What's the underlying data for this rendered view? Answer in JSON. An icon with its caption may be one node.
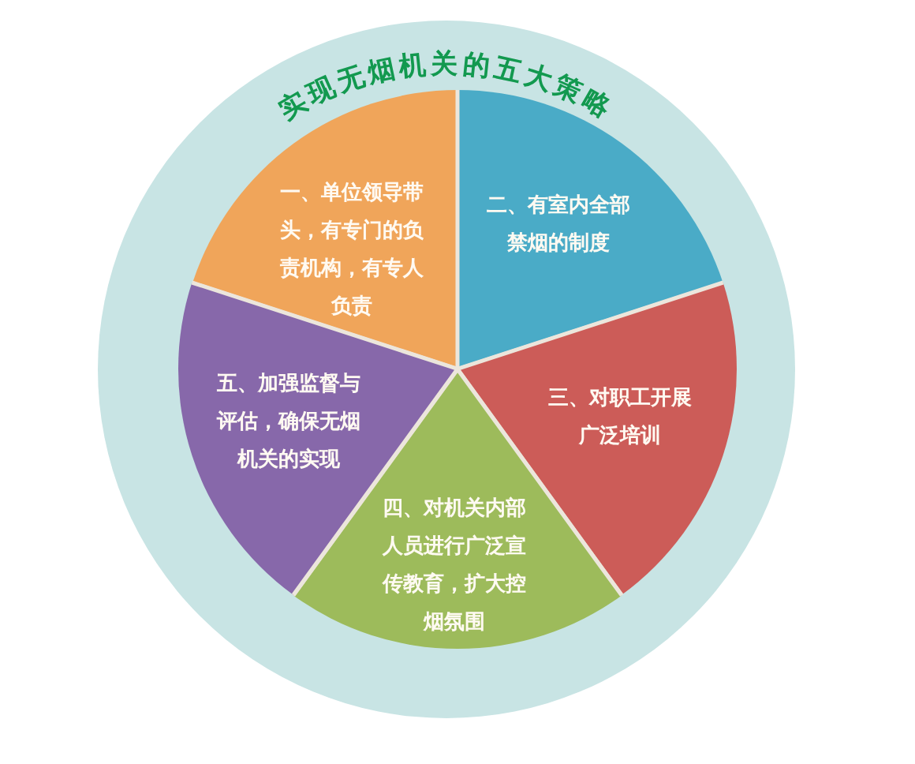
{
  "diagram": {
    "title": "实现无烟机关的五大策略",
    "nodes": [
      {
        "text": [
          "一、单位领导带头，有专门的负责机构，有专人负责"
        ]
      },
      {
        "text": [
          "二、有室内全部禁烟的制度"
        ]
      },
      {
        "text": [
          "三、对职工开展广泛培训"
        ]
      },
      {
        "text": [
          "四、对机关内部人员进行广泛宣传教育，扩大控烟氛围"
        ]
      },
      {
        "text": [
          "五、加强监督与评估，确保无烟机关的实现"
        ]
      }
    ]
  }
}
